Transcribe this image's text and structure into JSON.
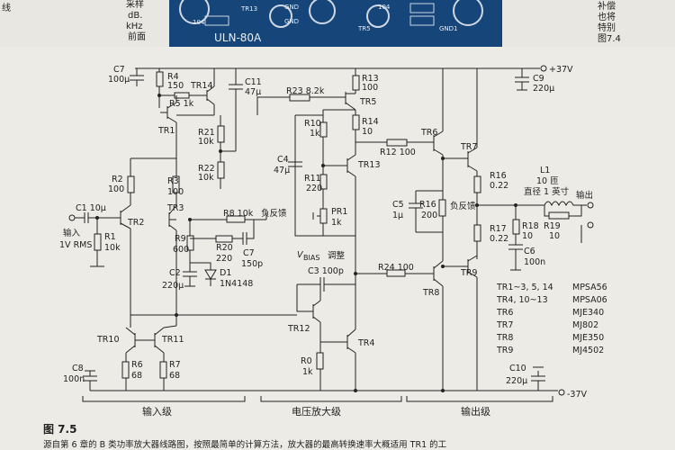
{
  "book_top": {
    "left_chars": [
      "线",
      "采样",
      "dB.",
      "kHz",
      "前面"
    ],
    "right_chars": [
      "补偿",
      "也将",
      "特别",
      "图7.4"
    ]
  },
  "pcb": {
    "name": "ULN-80A",
    "labels": [
      "104",
      "GND",
      "GND",
      "TR13",
      "104",
      "GND1",
      "TR5"
    ]
  },
  "rail_pos": "+37V",
  "rail_neg": "-37V",
  "input_label": "输入",
  "input_level": "1V RMS",
  "output_label": "输出",
  "feedback_label_1": "负反馈",
  "feedback_label_2": "负反馈",
  "bias_label": "V",
  "bias_sub": "BIAS",
  "bias_word": "调整",
  "components": {
    "c7": "C7",
    "c7v": "100μ",
    "r4": "R4",
    "r4v": "150",
    "r5": "R5 1k",
    "tr14": "TR14",
    "c11": "C11",
    "c11v": "47μ",
    "r23": "R23 8.2k",
    "r13": "R13",
    "r13v": "100",
    "tr5": "TR5",
    "c9": "C9",
    "c9v": "220μ",
    "tr1": "TR1",
    "r21": "R21",
    "r21v": "10k",
    "r10": "R10",
    "r10v": "1k",
    "r14": "R14",
    "r14v": "10",
    "tr6": "TR6",
    "tr7": "TR7",
    "r12": "R12 100",
    "c4": "C4",
    "c4v": "47μ",
    "tr13": "TR13",
    "r22": "R22",
    "r22v": "10k",
    "r11": "R11",
    "r11v": "220",
    "r16": "R16",
    "r16v": "0.22",
    "l1": "L1",
    "l1a": "10 匝",
    "l1b": "直径 1 英寸",
    "r2": "R2",
    "r2v": "100",
    "r3": "R3",
    "r3v": "100",
    "c5": "C5",
    "c5v": "1μ",
    "r16b": "R16",
    "r16bv": "200",
    "c1": "C1 10μ",
    "tr2": "TR2",
    "tr3": "TR3",
    "r8": "R8 10k",
    "pr1": "PR1",
    "pr1v": "1k",
    "r17": "R17",
    "r17v": "0.22",
    "r18": "R18",
    "r18v": "10",
    "r19": "R19",
    "r19v": "10",
    "r1": "R1",
    "r1v": "10k",
    "r9": "R9",
    "r9v": "600",
    "r20": "R20",
    "r20v": "220",
    "c7b": "C7",
    "c7bv": "150p",
    "c6": "C6",
    "c6v": "100n",
    "c2": "C2",
    "c2v": "220μ",
    "d1": "D1",
    "d1v": "1N4148",
    "c3": "C3 100p",
    "r24": "R24 100",
    "tr8": "TR8",
    "tr9": "TR9",
    "tr12": "TR12",
    "tr10": "TR10",
    "tr11": "TR11",
    "tr4": "TR4",
    "c8": "C8",
    "c8v": "100n",
    "r6": "R6",
    "r6v": "68",
    "r7": "R7",
    "r7v": "68",
    "r0": "R0",
    "r0v": "1k",
    "c10": "C10",
    "c10v": "220μ"
  },
  "parts_list": [
    {
      "tr": "TR1~3, 5, 14",
      "part": "MPSA56"
    },
    {
      "tr": "TR4, 10~13",
      "part": "MPSA06"
    },
    {
      "tr": "TR6",
      "part": "MJE340"
    },
    {
      "tr": "TR7",
      "part": "MJ802"
    },
    {
      "tr": "TR8",
      "part": "MJE350"
    },
    {
      "tr": "TR9",
      "part": "MJ4502"
    }
  ],
  "stages": {
    "input": "输入级",
    "vas": "电压放大级",
    "output": "输出级"
  },
  "figure_caption": "图 7.5",
  "caption_text": "源自第 6 章的 B 类功率放大器线路图，按照最简单的计算方法，放大器的最高转换速率大概适用 TR1 的工"
}
